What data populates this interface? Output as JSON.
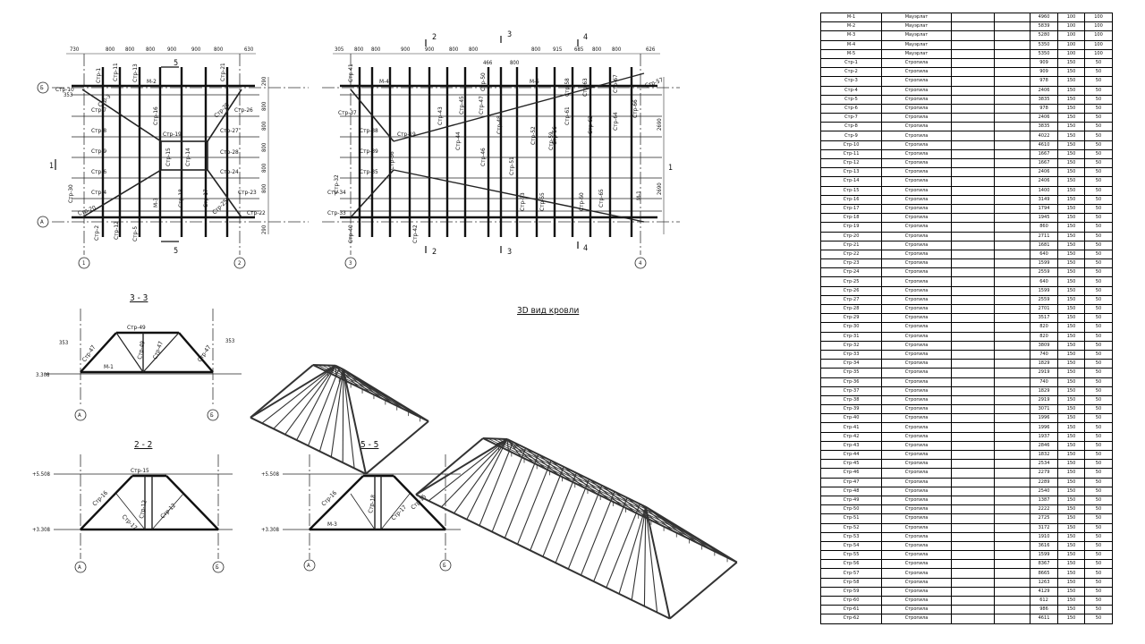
{
  "plan_dims_left": [
    "730",
    "800",
    "800",
    "800",
    "900",
    "900",
    "800",
    "630"
  ],
  "plan_dims_right": [
    "305",
    "800",
    "800",
    "900",
    "900",
    "800",
    "800",
    "466",
    "800",
    "800",
    "915",
    "685",
    "800",
    "800",
    "626"
  ],
  "side_dims": [
    "290",
    "800",
    "800",
    "800",
    "800",
    "800",
    "290"
  ],
  "side_total": [
    "2690",
    "2690"
  ],
  "axes": {
    "A": "А",
    "B": "Б",
    "n1": "1",
    "n2": "2",
    "n3": "3",
    "n4": "4"
  },
  "section_marks": [
    "1",
    "2",
    "3",
    "4",
    "5"
  ],
  "plan_labels_left": [
    "Стр-1",
    "Стр-11",
    "Стр-13",
    "М-2",
    "Стр-21",
    "Стр-7",
    "Стр-8",
    "Стр-9",
    "Стр-6",
    "Стр-4",
    "Стр-10",
    "Стр-19",
    "Стр-15",
    "Стр-28",
    "Стр-26",
    "Стр-27",
    "Стр-24",
    "Стр-23",
    "Стр-22",
    "Стр-16",
    "М-3",
    "Стр-18",
    "Стр-29",
    "Стр-20",
    "Стр-12",
    "Стр-5",
    "Стр-30",
    "Стр-2",
    "Стр-3",
    "Стр-14",
    "Стр-25",
    "Стр-17",
    "353"
  ],
  "plan_labels_right": [
    "Стр-41",
    "М-4",
    "Стр-38",
    "Стр-39",
    "Стр-35",
    "Стр-34",
    "Стр-33",
    "Стр-37",
    "Стр-19",
    "Стр-43",
    "Стр-45",
    "Стр-44",
    "Стр-46",
    "Стр-47",
    "Стр-48",
    "Стр-50",
    "Стр-51",
    "Стр-53",
    "Стр-55",
    "Стр-57",
    "М-5",
    "Стр-52",
    "Стр-56",
    "Стр-58",
    "Стр-59",
    "Стр-60",
    "Стр-61",
    "Стр-62",
    "Стр-63",
    "Стр-64",
    "Стр-65",
    "Стр-66",
    "Стр-67",
    "М-1",
    "Стр-40",
    "Стр-42",
    "Стр-36",
    "Стр-32"
  ],
  "sections": {
    "s33": {
      "title": "3 - 3",
      "labels": [
        "Стр-49",
        "Стр-47",
        "Стр-49",
        "Стр-47",
        "Стр-47",
        "М-1"
      ],
      "dims": [
        "353",
        "353"
      ],
      "level": "3.308"
    },
    "s22": {
      "title": "2 - 2",
      "labels": [
        "Стр-15",
        "Стр-16",
        "Стр-12",
        "Стр-17",
        "Стр-12"
      ],
      "level_top": "+5.508",
      "level_bot": "+3.308"
    },
    "s55": {
      "title": "5 - 5",
      "labels": [
        "Стр-16",
        "Стр-18",
        "Стр-15",
        "Стр-17",
        "М-3"
      ],
      "level_top": "+5.508",
      "level_bot": "+3.308"
    }
  },
  "view3d_title": "3D вид кровли",
  "spec_rows": [
    [
      "М-1",
      "Мауэрлат",
      "",
      "4960",
      "100",
      "100"
    ],
    [
      "М-2",
      "Мауэрлат",
      "",
      "5839",
      "100",
      "100"
    ],
    [
      "М-3",
      "Мауэрлат",
      "",
      "5280",
      "100",
      "100"
    ],
    [
      "М-4",
      "Мауэрлат",
      "",
      "5350",
      "100",
      "100"
    ],
    [
      "М-5",
      "Мауэрлат",
      "",
      "5350",
      "100",
      "100"
    ],
    [
      "Стр-1",
      "Стропила",
      "",
      "909",
      "150",
      "50"
    ],
    [
      "Стр-2",
      "Стропила",
      "",
      "909",
      "150",
      "50"
    ],
    [
      "Стр-3",
      "Стропила",
      "",
      "978",
      "150",
      "50"
    ],
    [
      "Стр-4",
      "Стропила",
      "",
      "2406",
      "150",
      "50"
    ],
    [
      "Стр-5",
      "Стропила",
      "",
      "3835",
      "150",
      "50"
    ],
    [
      "Стр-6",
      "Стропила",
      "",
      "978",
      "150",
      "50"
    ],
    [
      "Стр-7",
      "Стропила",
      "",
      "2406",
      "150",
      "50"
    ],
    [
      "Стр-8",
      "Стропила",
      "",
      "3835",
      "150",
      "50"
    ],
    [
      "Стр-9",
      "Стропила",
      "",
      "4022",
      "150",
      "50"
    ],
    [
      "Стр-10",
      "Стропила",
      "",
      "4610",
      "150",
      "50"
    ],
    [
      "Стр-11",
      "Стропила",
      "",
      "1667",
      "150",
      "50"
    ],
    [
      "Стр-12",
      "Стропила",
      "",
      "1667",
      "150",
      "50"
    ],
    [
      "Стр-13",
      "Стропила",
      "",
      "2406",
      "150",
      "50"
    ],
    [
      "Стр-14",
      "Стропила",
      "",
      "2406",
      "150",
      "50"
    ],
    [
      "Стр-15",
      "Стропила",
      "",
      "1400",
      "150",
      "50"
    ],
    [
      "Стр-16",
      "Стропила",
      "",
      "3149",
      "150",
      "50"
    ],
    [
      "Стр-17",
      "Стропила",
      "",
      "1794",
      "150",
      "50"
    ],
    [
      "Стр-18",
      "Стропила",
      "",
      "1945",
      "150",
      "50"
    ],
    [
      "Стр-19",
      "Стропила",
      "",
      "860",
      "150",
      "50"
    ],
    [
      "Стр-20",
      "Стропила",
      "",
      "2711",
      "150",
      "50"
    ],
    [
      "Стр-21",
      "Стропила",
      "",
      "1681",
      "150",
      "50"
    ],
    [
      "Стр-22",
      "Стропила",
      "",
      "640",
      "150",
      "50"
    ],
    [
      "Стр-23",
      "Стропила",
      "",
      "1599",
      "150",
      "50"
    ],
    [
      "Стр-24",
      "Стропила",
      "",
      "2559",
      "150",
      "50"
    ],
    [
      "Стр-25",
      "Стропила",
      "",
      "640",
      "150",
      "50"
    ],
    [
      "Стр-26",
      "Стропила",
      "",
      "1599",
      "150",
      "50"
    ],
    [
      "Стр-27",
      "Стропила",
      "",
      "2559",
      "150",
      "50"
    ],
    [
      "Стр-28",
      "Стропила",
      "",
      "2701",
      "150",
      "50"
    ],
    [
      "Стр-29",
      "Стропила",
      "",
      "3517",
      "150",
      "50"
    ],
    [
      "Стр-30",
      "Стропила",
      "",
      "820",
      "150",
      "50"
    ],
    [
      "Стр-31",
      "Стропила",
      "",
      "820",
      "150",
      "50"
    ],
    [
      "Стр-32",
      "Стропила",
      "",
      "3809",
      "150",
      "50"
    ],
    [
      "Стр-33",
      "Стропила",
      "",
      "740",
      "150",
      "50"
    ],
    [
      "Стр-34",
      "Стропила",
      "",
      "1829",
      "150",
      "50"
    ],
    [
      "Стр-35",
      "Стропила",
      "",
      "2919",
      "150",
      "50"
    ],
    [
      "Стр-36",
      "Стропила",
      "",
      "740",
      "150",
      "50"
    ],
    [
      "Стр-37",
      "Стропила",
      "",
      "1829",
      "150",
      "50"
    ],
    [
      "Стр-38",
      "Стропила",
      "",
      "2919",
      "150",
      "50"
    ],
    [
      "Стр-39",
      "Стропила",
      "",
      "3071",
      "150",
      "50"
    ],
    [
      "Стр-40",
      "Стропила",
      "",
      "1996",
      "150",
      "50"
    ],
    [
      "Стр-41",
      "Стропила",
      "",
      "1996",
      "150",
      "50"
    ],
    [
      "Стр-42",
      "Стропила",
      "",
      "1937",
      "150",
      "50"
    ],
    [
      "Стр-43",
      "Стропила",
      "",
      "2846",
      "150",
      "50"
    ],
    [
      "Стр-44",
      "Стропила",
      "",
      "1832",
      "150",
      "50"
    ],
    [
      "Стр-45",
      "Стропила",
      "",
      "2534",
      "150",
      "50"
    ],
    [
      "Стр-46",
      "Стропила",
      "",
      "2279",
      "150",
      "50"
    ],
    [
      "Стр-47",
      "Стропила",
      "",
      "2289",
      "150",
      "50"
    ],
    [
      "Стр-48",
      "Стропила",
      "",
      "2540",
      "150",
      "50"
    ],
    [
      "Стр-49",
      "Стропила",
      "",
      "1387",
      "150",
      "50"
    ],
    [
      "Стр-50",
      "Стропила",
      "",
      "2222",
      "150",
      "50"
    ],
    [
      "Стр-51",
      "Стропила",
      "",
      "2725",
      "150",
      "50"
    ],
    [
      "Стр-52",
      "Стропила",
      "",
      "3172",
      "150",
      "50"
    ],
    [
      "Стр-53",
      "Стропила",
      "",
      "1910",
      "150",
      "50"
    ],
    [
      "Стр-54",
      "Стропила",
      "",
      "3616",
      "150",
      "50"
    ],
    [
      "Стр-55",
      "Стропила",
      "",
      "1599",
      "150",
      "50"
    ],
    [
      "Стр-56",
      "Стропила",
      "",
      "8367",
      "150",
      "50"
    ],
    [
      "Стр-57",
      "Стропила",
      "",
      "8665",
      "150",
      "50"
    ],
    [
      "Стр-58",
      "Стропила",
      "",
      "1263",
      "150",
      "50"
    ],
    [
      "Стр-59",
      "Стропила",
      "",
      "4129",
      "150",
      "50"
    ],
    [
      "Стр-60",
      "Стропила",
      "",
      "612",
      "150",
      "50"
    ],
    [
      "Стр-61",
      "Стропила",
      "",
      "986",
      "150",
      "50"
    ],
    [
      "Стр-62",
      "Стропила",
      "",
      "4611",
      "150",
      "50"
    ]
  ]
}
